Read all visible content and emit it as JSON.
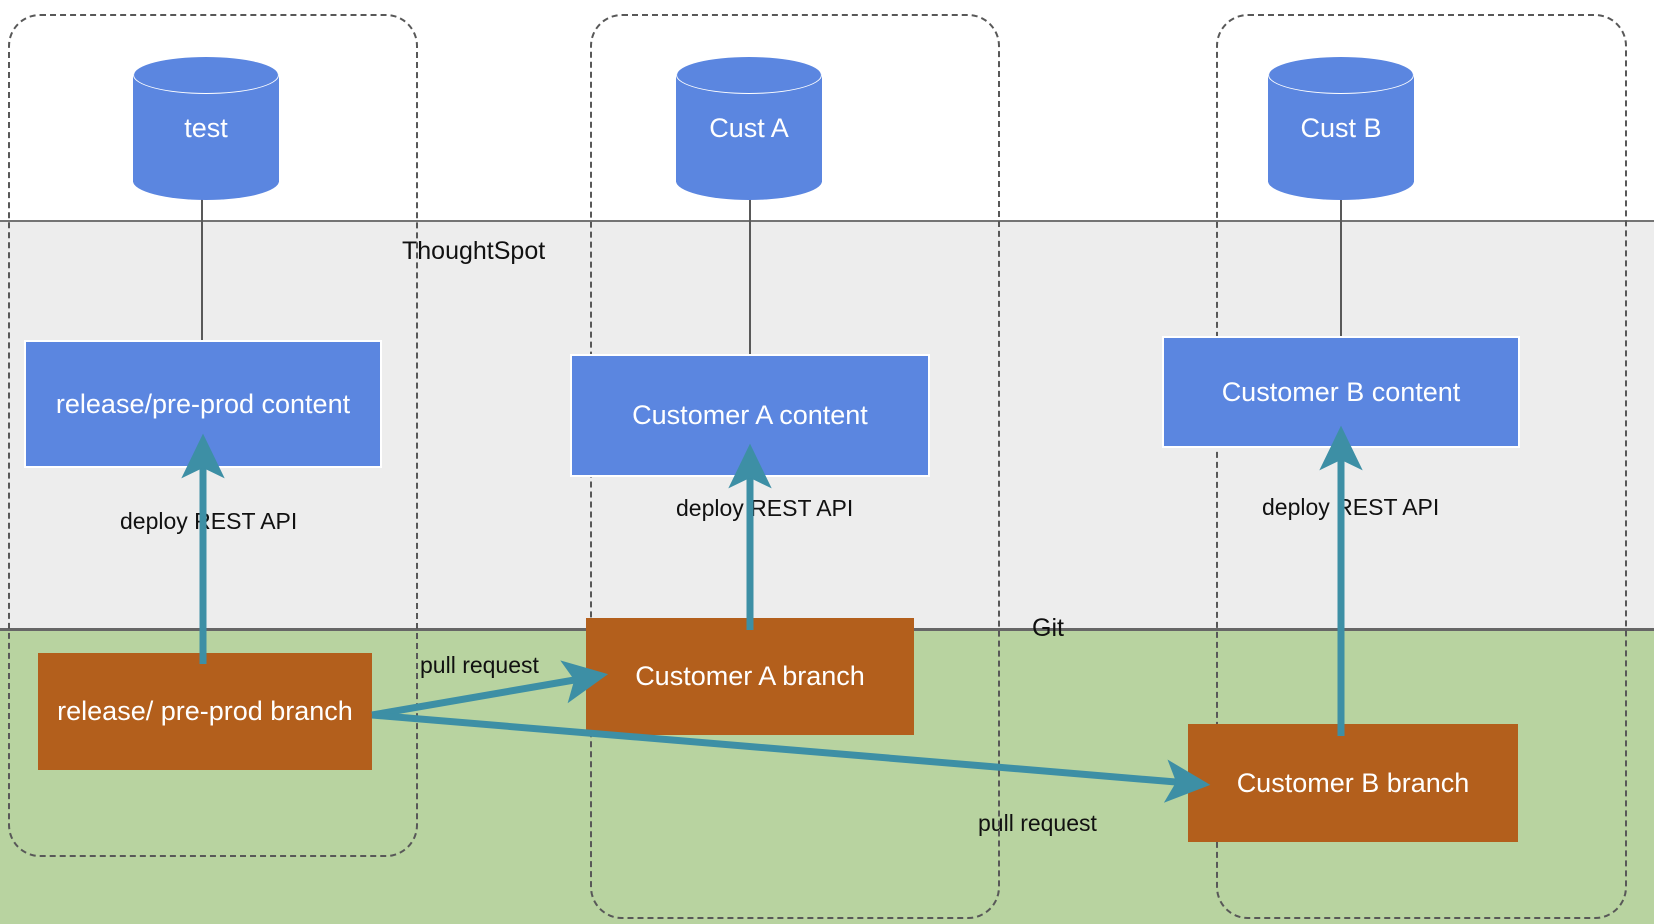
{
  "diagram": {
    "title": "ThoughtSpot Git multi-tenant deployment diagram",
    "bands": [
      {
        "id": "thoughtspot",
        "label": "ThoughtSpot",
        "color": "#ededed"
      },
      {
        "id": "git",
        "label": "Git",
        "color": "#b8d3a0"
      }
    ],
    "colors": {
      "database_blue": "#5b86e0",
      "content_blue": "#5b86e0",
      "branch_orange": "#b35f1c",
      "arrow_teal": "#3d8fa5",
      "connector_gray": "#595959",
      "thoughtspot_band": "#ededed",
      "git_band": "#b8d3a0",
      "dashed_border": "#585858"
    },
    "columns": [
      {
        "id": "col-test",
        "database": {
          "label": "test",
          "icon": "database-cylinder-icon"
        },
        "content": {
          "label": "release/pre-prod content"
        },
        "branch": {
          "label": "release/ pre-prod branch"
        },
        "deploy_label": "deploy REST API"
      },
      {
        "id": "col-cust-a",
        "database": {
          "label": "Cust A",
          "icon": "database-cylinder-icon"
        },
        "content": {
          "label": "Customer A content"
        },
        "branch": {
          "label": "Customer A branch"
        },
        "deploy_label": "deploy REST API"
      },
      {
        "id": "col-cust-b",
        "database": {
          "label": "Cust B",
          "icon": "database-cylinder-icon"
        },
        "content": {
          "label": "Customer B content"
        },
        "branch": {
          "label": "Customer B branch"
        },
        "deploy_label": "deploy REST API"
      }
    ],
    "pull_request_labels": {
      "to_a": "pull request",
      "to_b": "pull request"
    }
  }
}
